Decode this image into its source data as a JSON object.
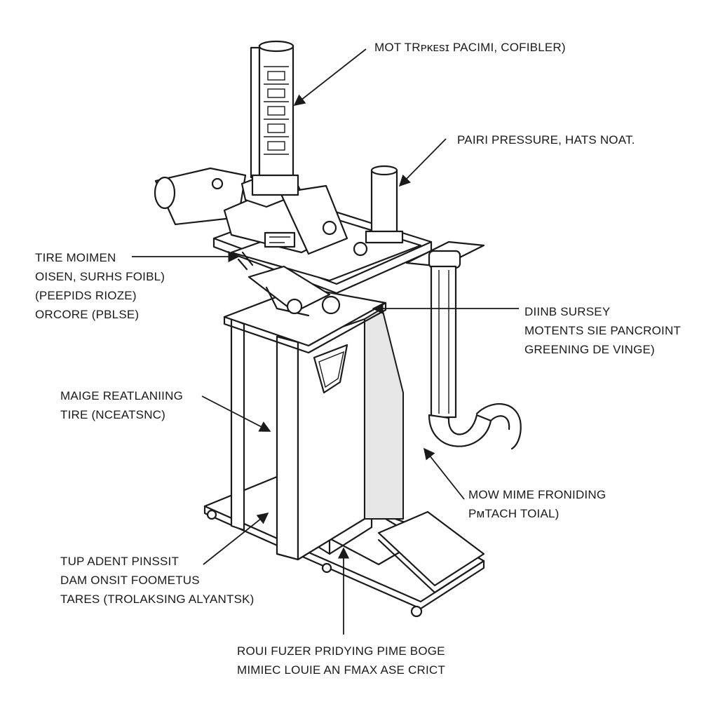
{
  "callouts": {
    "top": {
      "lines": [
        "MOT TRᴘᴋᴇsɪ PACIMI, COFIBLER)"
      ]
    },
    "pipe_top": {
      "lines": [
        "PAIRI PRESSURE, HATS NOAT."
      ]
    },
    "left_upper": {
      "lines": [
        "TIRE MOIMEN",
        "OISEN, SURHS FOIBL)",
        "(PEEPIDS RIOZE)",
        "ORCORE (PBLSE)"
      ]
    },
    "right_middle": {
      "lines": [
        "DIINB SURSEY",
        "MOTENTS SIE PANCROINT",
        "GREENING DE VINGE)"
      ]
    },
    "left_middle": {
      "lines": [
        "MAIGE REATLANIING",
        "TIRE (NCEATSNC)"
      ]
    },
    "right_lower": {
      "lines": [
        "MOW MIME FRONIDING",
        "PᴍTACH TOIAL)"
      ]
    },
    "left_lower": {
      "lines": [
        "TUP ADENT PINSSIT",
        "DAM ONSIT FOOMETUS",
        "TARES (TROLAKSING ALYANTSK)"
      ]
    },
    "bottom": {
      "lines": [
        "ROUI FUZER PRIDYING PIME BOGE",
        "MIMIEC LOUIE AN FMAX ASE CRICT"
      ]
    }
  }
}
